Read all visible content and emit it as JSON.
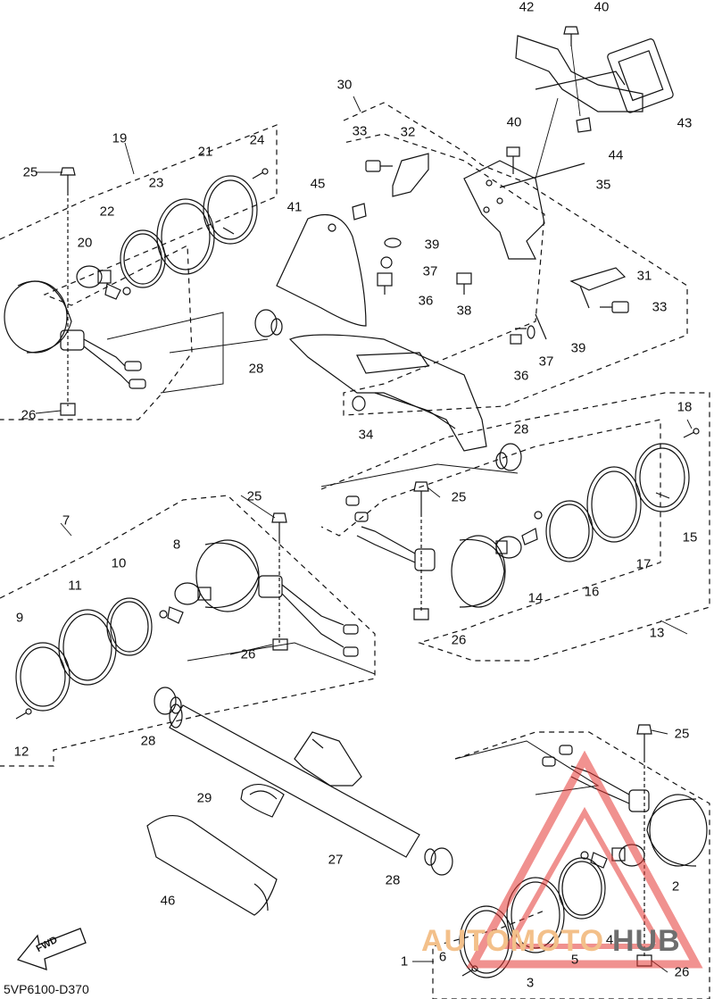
{
  "diagram": {
    "code": "5VP6100-D370",
    "fwd_label": "FWD",
    "watermark": {
      "part1": "AUTOMOTO",
      "part2": "HUB",
      "color_primary": "#e53935",
      "color_secondary": "#6e6e6e"
    },
    "callouts": {
      "c1": "1",
      "c2": "2",
      "c3": "3",
      "c4": "4",
      "c5": "5",
      "c6": "6",
      "c7": "7",
      "c8": "8",
      "c9": "9",
      "c10": "10",
      "c11": "11",
      "c12": "12",
      "c13": "13",
      "c14": "14",
      "c15": "15",
      "c16": "16",
      "c17": "17",
      "c18": "18",
      "c19": "19",
      "c20": "20",
      "c21": "21",
      "c22": "22",
      "c23": "23",
      "c24": "24",
      "c25": "25",
      "c26": "26",
      "c27": "27",
      "c28": "28",
      "c29": "29",
      "c30": "30",
      "c31": "31",
      "c32": "32",
      "c33": "33",
      "c34": "34",
      "c35": "35",
      "c36": "36",
      "c37": "37",
      "c38": "38",
      "c39": "39",
      "c40": "40",
      "c41": "41",
      "c42": "42",
      "c43": "43",
      "c44": "44",
      "c45": "45",
      "c46": "46"
    }
  }
}
